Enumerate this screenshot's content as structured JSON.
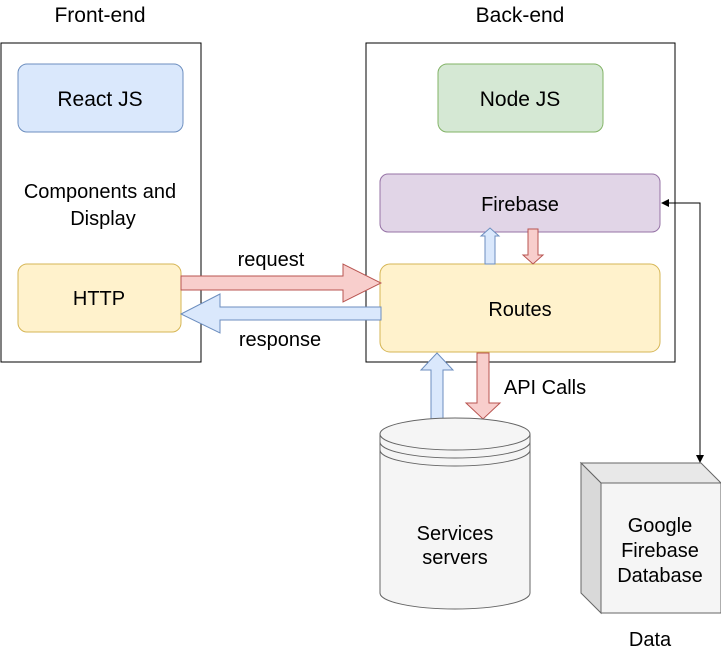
{
  "frontend": {
    "title": "Front-end",
    "react_label": "React JS",
    "components_line1": "Components and",
    "components_line2": "Display",
    "http_label": "HTTP"
  },
  "backend": {
    "title": "Back-end",
    "node_label": "Node JS",
    "firebase_label": "Firebase",
    "routes_label": "Routes"
  },
  "arrows": {
    "request_label": "request",
    "response_label": "response",
    "api_calls_label": "API Calls"
  },
  "services": {
    "line1": "Services",
    "line2": "servers"
  },
  "database": {
    "line1": "Google",
    "line2": "Firebase",
    "line3": "Database",
    "caption": "Data"
  },
  "colors": {
    "blue_fill": "#dae8fc",
    "blue_stroke": "#6c8ebf",
    "green_fill": "#d5e8d4",
    "green_stroke": "#82b366",
    "purple_fill": "#e1d5e7",
    "purple_stroke": "#9673a6",
    "yellow_fill": "#fff2cc",
    "yellow_stroke": "#d6b656",
    "red_fill": "#f8cecc",
    "red_stroke": "#b85450",
    "gray_fill": "#f5f5f5",
    "gray_stroke": "#666666"
  }
}
